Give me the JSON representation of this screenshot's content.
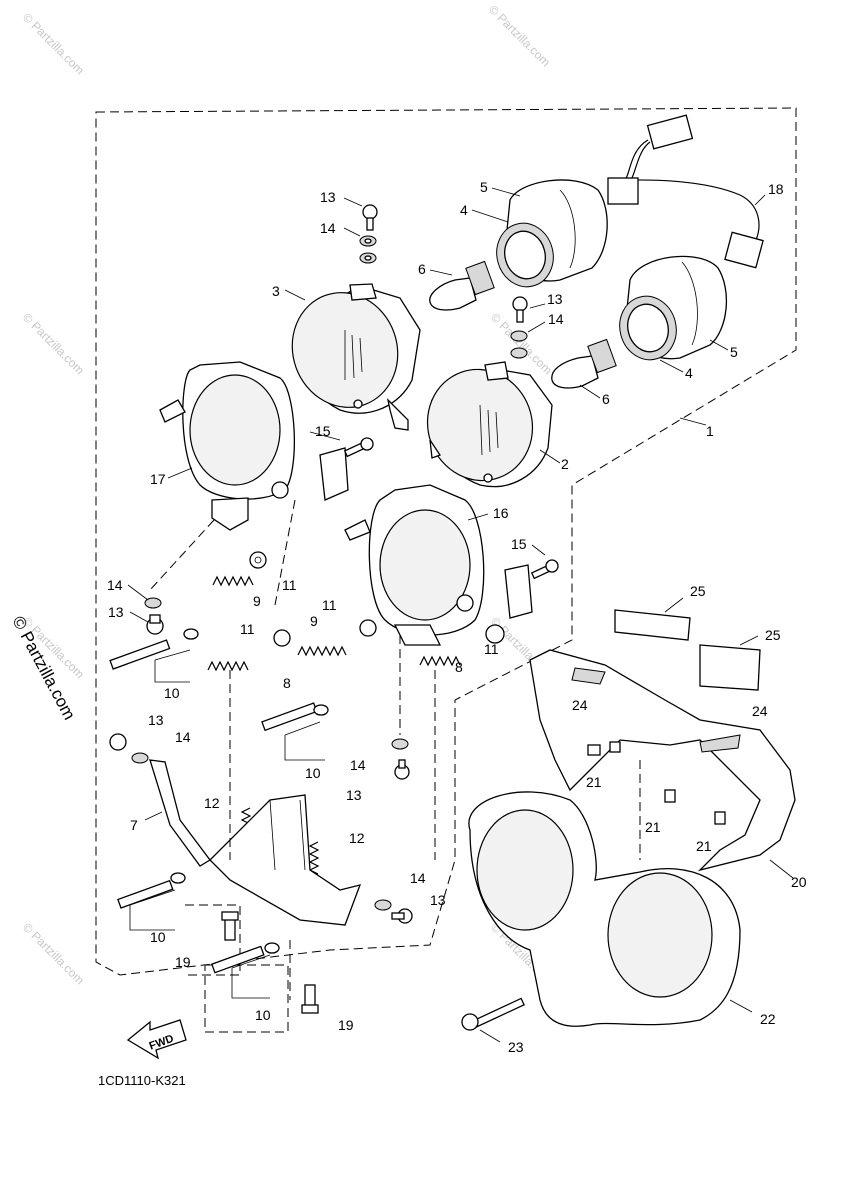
{
  "diagram": {
    "drawing_code": "1CD1110-K321",
    "watermark": "© Partzilla.com",
    "fwd_label": "FWD",
    "callouts": [
      {
        "id": "c1",
        "text": "1"
      },
      {
        "id": "c2",
        "text": "2"
      },
      {
        "id": "c3",
        "text": "3"
      },
      {
        "id": "c4a",
        "text": "4"
      },
      {
        "id": "c4b",
        "text": "4"
      },
      {
        "id": "c5a",
        "text": "5"
      },
      {
        "id": "c5b",
        "text": "5"
      },
      {
        "id": "c6a",
        "text": "6"
      },
      {
        "id": "c6b",
        "text": "6"
      },
      {
        "id": "c7",
        "text": "7"
      },
      {
        "id": "c8a",
        "text": "8"
      },
      {
        "id": "c8b",
        "text": "8"
      },
      {
        "id": "c9a",
        "text": "9"
      },
      {
        "id": "c9b",
        "text": "9"
      },
      {
        "id": "c10a",
        "text": "10"
      },
      {
        "id": "c10b",
        "text": "10"
      },
      {
        "id": "c10c",
        "text": "10"
      },
      {
        "id": "c10d",
        "text": "10"
      },
      {
        "id": "c11a",
        "text": "11"
      },
      {
        "id": "c11b",
        "text": "11"
      },
      {
        "id": "c11c",
        "text": "11"
      },
      {
        "id": "c11d",
        "text": "11"
      },
      {
        "id": "c12a",
        "text": "12"
      },
      {
        "id": "c12b",
        "text": "12"
      },
      {
        "id": "c13a",
        "text": "13"
      },
      {
        "id": "c13b",
        "text": "13"
      },
      {
        "id": "c13c",
        "text": "13"
      },
      {
        "id": "c13d",
        "text": "13"
      },
      {
        "id": "c13e",
        "text": "13"
      },
      {
        "id": "c13f",
        "text": "13"
      },
      {
        "id": "c14a",
        "text": "14"
      },
      {
        "id": "c14b",
        "text": "14"
      },
      {
        "id": "c14c",
        "text": "14"
      },
      {
        "id": "c14d",
        "text": "14"
      },
      {
        "id": "c14e",
        "text": "14"
      },
      {
        "id": "c14f",
        "text": "14"
      },
      {
        "id": "c15a",
        "text": "15"
      },
      {
        "id": "c15b",
        "text": "15"
      },
      {
        "id": "c16",
        "text": "16"
      },
      {
        "id": "c17",
        "text": "17"
      },
      {
        "id": "c18",
        "text": "18"
      },
      {
        "id": "c19a",
        "text": "19"
      },
      {
        "id": "c19b",
        "text": "19"
      },
      {
        "id": "c20",
        "text": "20"
      },
      {
        "id": "c21a",
        "text": "21"
      },
      {
        "id": "c21b",
        "text": "21"
      },
      {
        "id": "c21c",
        "text": "21"
      },
      {
        "id": "c22",
        "text": "22"
      },
      {
        "id": "c23",
        "text": "23"
      },
      {
        "id": "c24a",
        "text": "24"
      },
      {
        "id": "c24b",
        "text": "24"
      },
      {
        "id": "c25a",
        "text": "25"
      },
      {
        "id": "c25b",
        "text": "25"
      }
    ]
  }
}
